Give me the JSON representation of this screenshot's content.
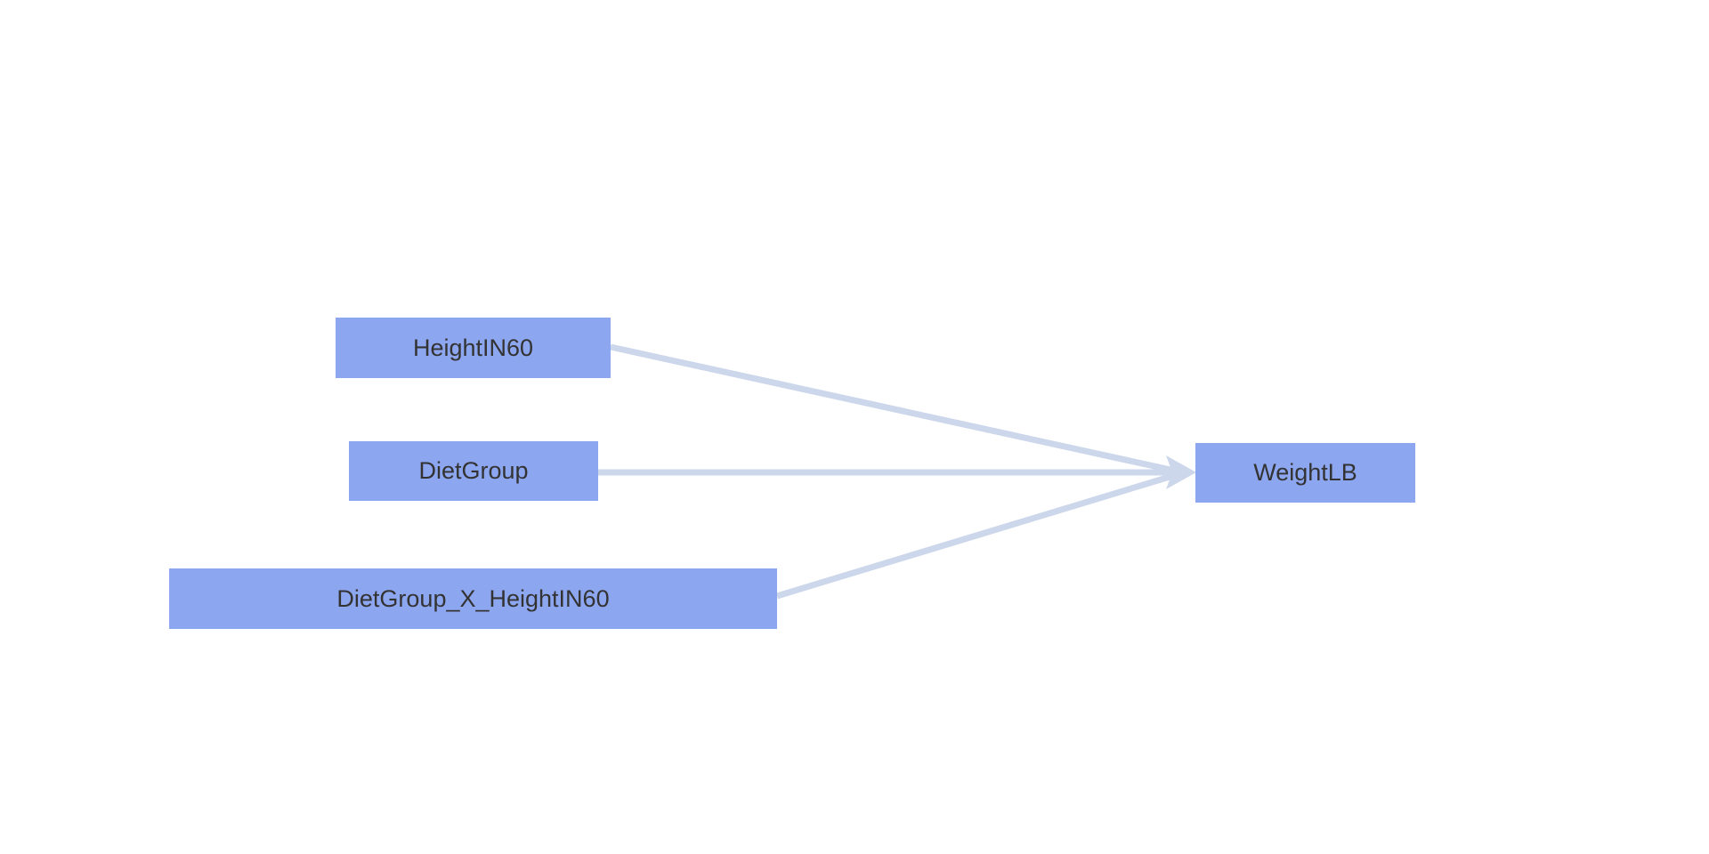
{
  "diagram": {
    "type": "path-diagram",
    "colors": {
      "background": "#ffffff",
      "node_fill": "#8da6f0",
      "edge": "#ccd7eb",
      "text": "#333333"
    },
    "nodes": [
      {
        "id": "HeightIN60",
        "label": "HeightIN60"
      },
      {
        "id": "DietGroup",
        "label": "DietGroup"
      },
      {
        "id": "DietGroup_X_HeightIN60",
        "label": "DietGroup_X_HeightIN60"
      },
      {
        "id": "WeightLB",
        "label": "WeightLB"
      }
    ],
    "edges": [
      {
        "from": "HeightIN60",
        "to": "WeightLB"
      },
      {
        "from": "DietGroup",
        "to": "WeightLB"
      },
      {
        "from": "DietGroup_X_HeightIN60",
        "to": "WeightLB"
      }
    ]
  }
}
